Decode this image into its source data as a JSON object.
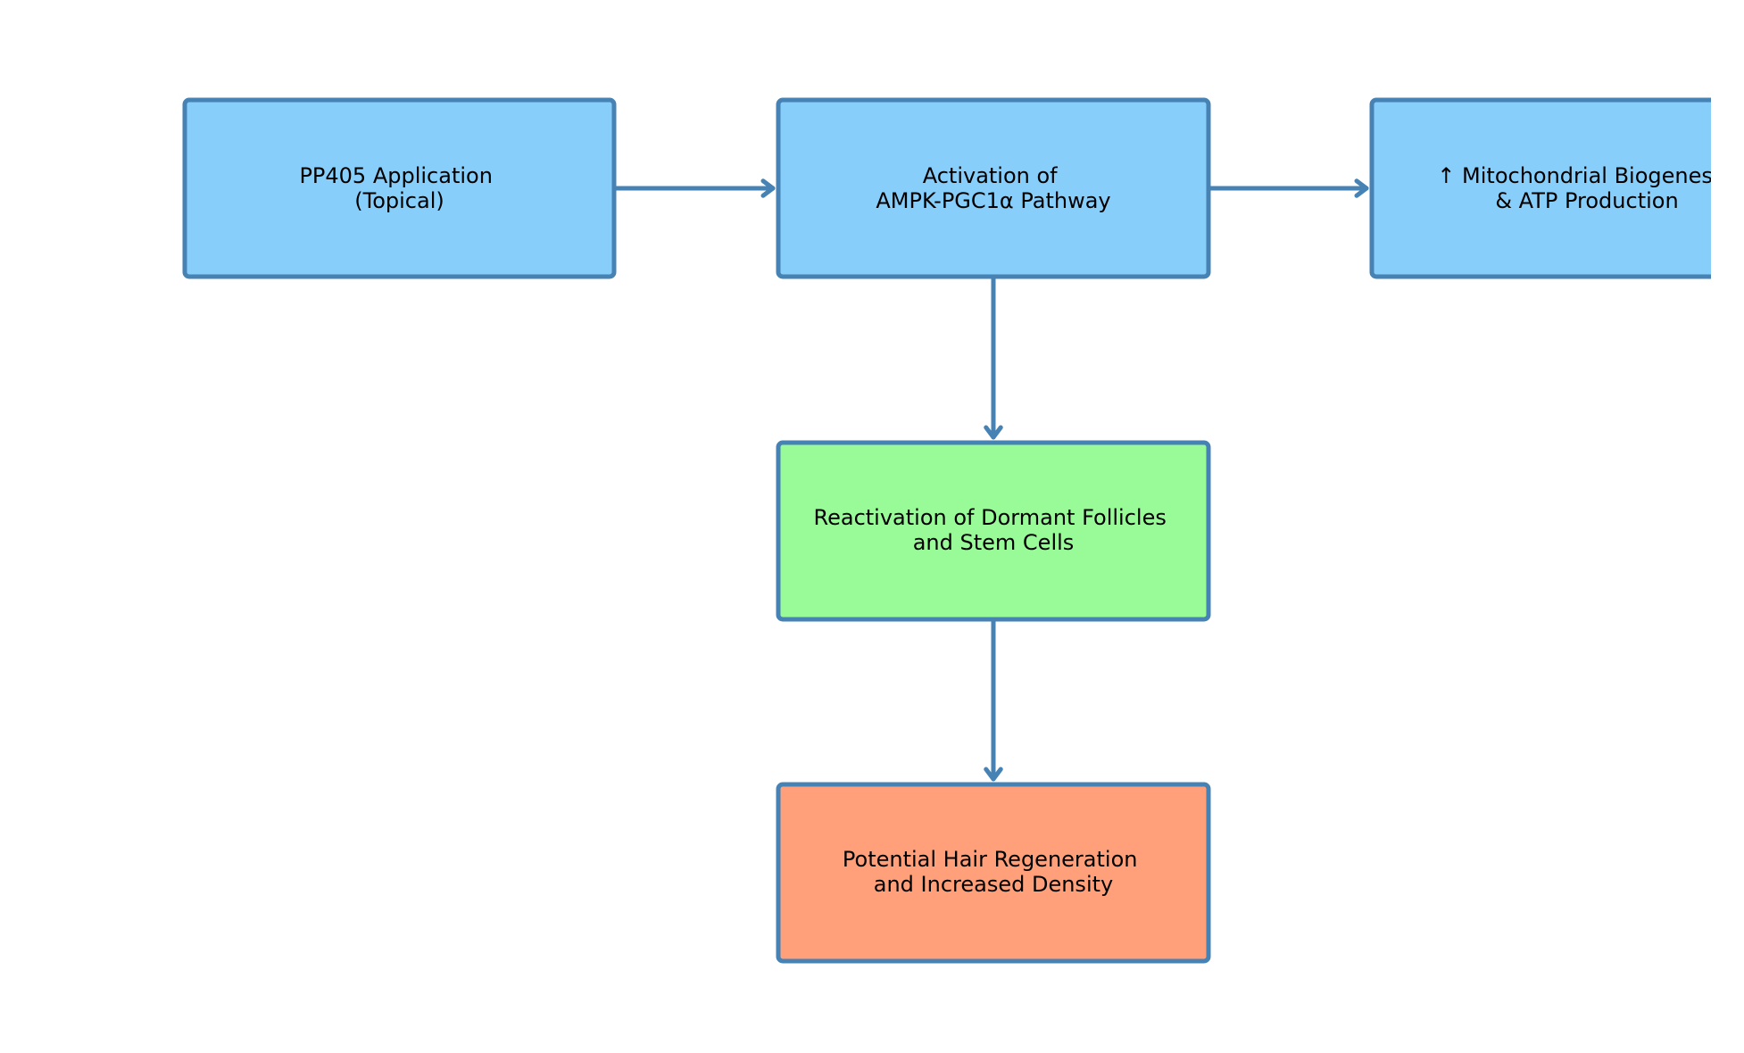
{
  "colors": {
    "border": "#4682b4",
    "arrow": "#4682b4",
    "blue_fill": "#87cefa",
    "green_fill": "#98fb98",
    "orange_fill": "#ffa07a",
    "text": "#000000"
  },
  "nodes": [
    {
      "id": "pp405",
      "lines": [
        "PP405 Application",
        "(Topical)"
      ],
      "fill": "#87cefa"
    },
    {
      "id": "ampk",
      "lines": [
        "Activation of",
        "AMPK-PGC1α Pathway"
      ],
      "fill": "#87cefa"
    },
    {
      "id": "mito",
      "lines": [
        "↑ Mitochondrial Biogenesis",
        "& ATP Production"
      ],
      "fill": "#87cefa"
    },
    {
      "id": "follicles",
      "lines": [
        "Reactivation of Dormant Follicles",
        "and Stem Cells"
      ],
      "fill": "#98fb98"
    },
    {
      "id": "hair",
      "lines": [
        "Potential Hair Regeneration",
        "and Increased Density"
      ],
      "fill": "#ffa07a"
    }
  ],
  "edges": [
    {
      "from": "pp405",
      "to": "ampk"
    },
    {
      "from": "ampk",
      "to": "mito"
    },
    {
      "from": "ampk",
      "to": "follicles"
    },
    {
      "from": "follicles",
      "to": "hair"
    }
  ]
}
